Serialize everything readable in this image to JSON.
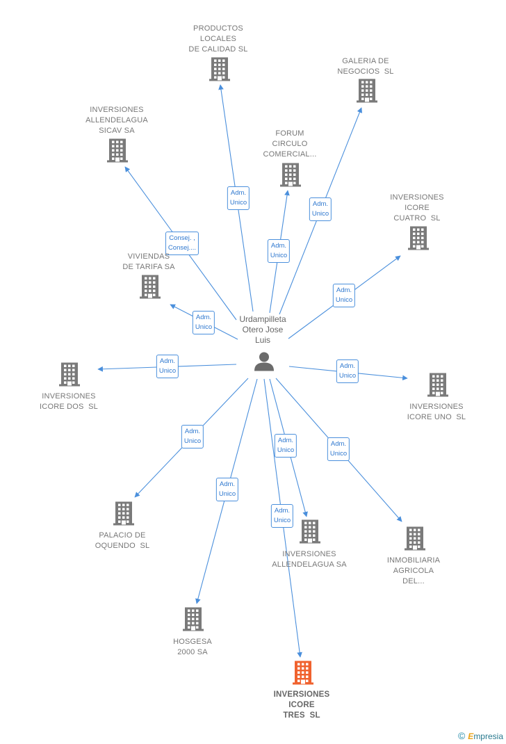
{
  "center": {
    "label": "Urdampilleta\nOtero Jose\nLuis"
  },
  "colors": {
    "edge": "#4a8fdc",
    "building": "#7a7a7a",
    "highlight": "#f0622e",
    "person": "#6b6b6b"
  },
  "nodes": [
    {
      "id": "productos",
      "label": "PRODUCTOS\nLOCALES\nDE CALIDAD SL",
      "role": "Adm.\nUnico",
      "highlight": false
    },
    {
      "id": "galeria",
      "label": "GALERIA DE\nNEGOCIOS  SL",
      "role": "Adm.\nUnico",
      "highlight": false
    },
    {
      "id": "sicav",
      "label": "INVERSIONES\nALLENDELAGUA\nSICAV SA",
      "role": "Consej. ,\nConsej....",
      "highlight": false
    },
    {
      "id": "forum",
      "label": "FORUM\nCIRCULO\nCOMERCIAL...",
      "role": "Adm.\nUnico",
      "highlight": false
    },
    {
      "id": "cuatro",
      "label": "INVERSIONES\nICORE\nCUATRO  SL",
      "role": "Adm.\nUnico",
      "highlight": false
    },
    {
      "id": "viviendas",
      "label": "VIVIENDAS\nDE TARIFA SA",
      "role": "Adm.\nUnico",
      "highlight": false
    },
    {
      "id": "dos",
      "label": "INVERSIONES\nICORE DOS  SL",
      "role": "Adm.\nUnico",
      "highlight": false
    },
    {
      "id": "uno",
      "label": "INVERSIONES\nICORE UNO  SL",
      "role": "Adm.\nUnico",
      "highlight": false
    },
    {
      "id": "palacio",
      "label": "PALACIO DE\nOQUENDO  SL",
      "role": "Adm.\nUnico",
      "highlight": false
    },
    {
      "id": "allendelagua",
      "label": "INVERSIONES\nALLENDELAGUA SA",
      "role": "Adm.\nUnico",
      "highlight": false
    },
    {
      "id": "inmobiliaria",
      "label": "INMOBILIARIA\nAGRICOLA\nDEL...",
      "role": "Adm.\nUnico",
      "highlight": false
    },
    {
      "id": "hosgesa",
      "label": "HOSGESA\n2000 SA",
      "role": "Adm.\nUnico",
      "highlight": false
    },
    {
      "id": "tres",
      "label": "INVERSIONES\nICORE\nTRES  SL",
      "role": "Adm.\nUnico",
      "highlight": true
    }
  ],
  "footer": {
    "copyright": "©",
    "brand_initial": "E",
    "brand_rest": "mpresia"
  }
}
